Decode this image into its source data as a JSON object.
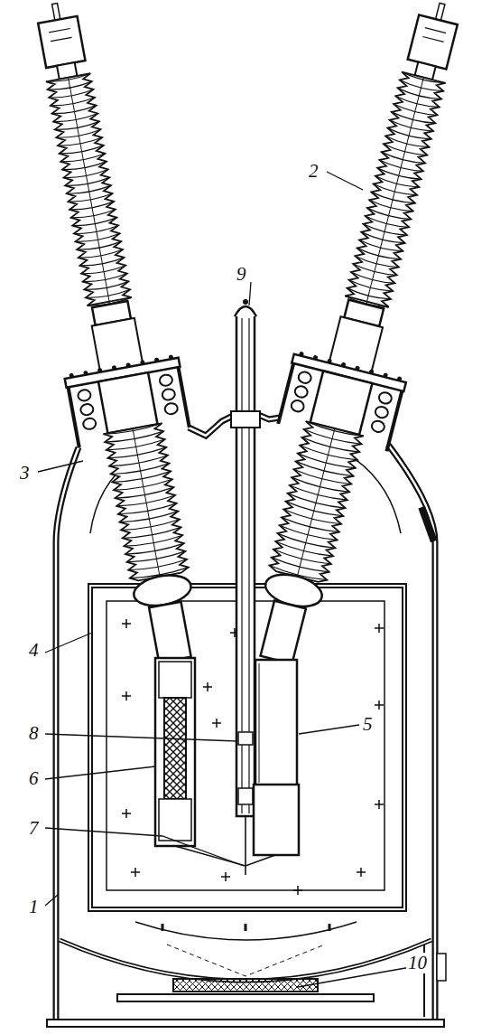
{
  "diagram": {
    "labels": [
      "2",
      "9",
      "3",
      "4",
      "8",
      "6",
      "5",
      "7",
      "1",
      "10"
    ]
  }
}
